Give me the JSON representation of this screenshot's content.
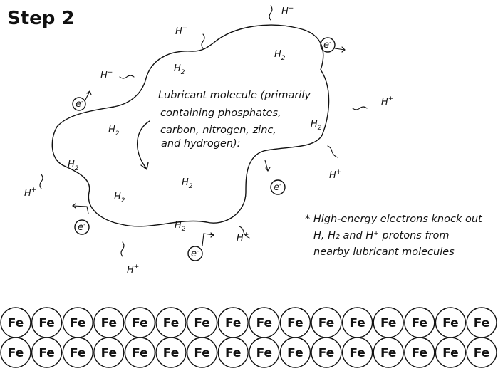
{
  "title": "Step 2",
  "molecule_text": [
    "Lubricant molecule (primarily",
    "containing phosphates,",
    "carbon, nitrogen, zinc,",
    "and hydrogen):"
  ],
  "note_text": [
    "* High-energy electrons knock out",
    "H, H₂ and H⁺ protons from",
    "nearby lubricant molecules"
  ],
  "h2_label": "H",
  "h2_sub": "2",
  "hplus_label": "H",
  "hplus_sup": "+",
  "electron_label": "e",
  "electron_sup": "-",
  "iron_label": "Fe",
  "iron_rows": 2,
  "iron_per_row": 16
}
